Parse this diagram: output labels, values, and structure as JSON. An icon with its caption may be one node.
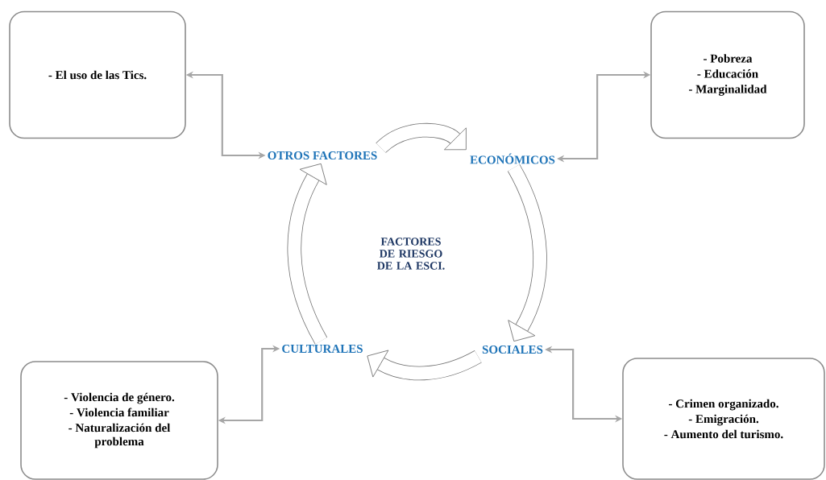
{
  "diagram": {
    "nodes": [
      {
        "text": [
          "- El uso de las Tics."
        ]
      },
      {
        "text": [
          "OTROS FACTORES"
        ]
      },
      {
        "text": [
          "ECONÓMICOS"
        ]
      },
      {
        "text": [
          "- Pobreza",
          "- Educación",
          "- Marginalidad"
        ]
      },
      {
        "text": [
          "CULTURALES"
        ]
      },
      {
        "text": [
          "- Violencia de género.",
          "- Violencia familiar",
          "- Naturalización del problema"
        ]
      },
      {
        "text": [
          "SOCIALES"
        ]
      },
      {
        "text": [
          "- Crimen organizado.",
          "- Emigración.",
          "- Aumento del turismo."
        ]
      }
    ],
    "edges": [
      {
        "from": 0,
        "to": 1,
        "arrow": "both"
      },
      {
        "from": 2,
        "to": 3,
        "arrow": "both"
      },
      {
        "from": 4,
        "to": 5,
        "arrow": "both"
      },
      {
        "from": 6,
        "to": 7,
        "arrow": "both"
      },
      {
        "from": 1,
        "to": 2,
        "arrow": "to",
        "style": "thick"
      },
      {
        "from": 2,
        "to": 6,
        "arrow": "to",
        "style": "thick"
      },
      {
        "from": 6,
        "to": 4,
        "arrow": "to",
        "style": "thick"
      },
      {
        "from": 4,
        "to": 1,
        "arrow": "to",
        "style": "thick"
      }
    ],
    "labels": [
      "FACTORES DE RIESGO DE LA ESCI."
    ]
  }
}
